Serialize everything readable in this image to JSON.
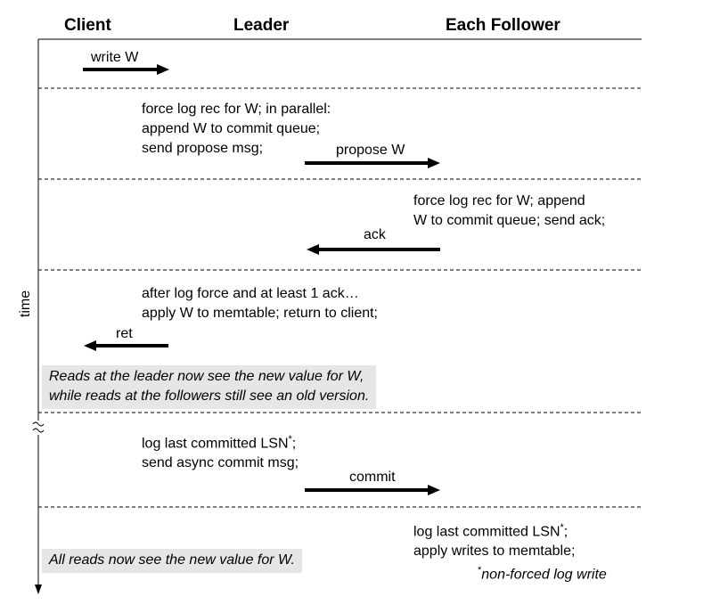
{
  "headers": {
    "client": "Client",
    "leader": "Leader",
    "follower": "Each Follower"
  },
  "axis": {
    "time_label": "time"
  },
  "steps": {
    "write_label": "write W",
    "leader_force": [
      "force log rec for W; in parallel:",
      "append W to commit queue;",
      "send propose msg;"
    ],
    "propose_label": "propose W",
    "follower_force": [
      "force log rec for W; append",
      "W to commit queue; send ack;"
    ],
    "ack_label": "ack",
    "leader_apply": [
      "after log force and at least 1 ack…",
      "apply W to memtable; return to client;"
    ],
    "ret_label": "ret",
    "leader_note": [
      "Reads at the leader now see the new value for W,",
      "while reads at the followers still see an old version."
    ],
    "leader_commit": [
      "log last committed LSN",
      "send async commit msg;"
    ],
    "commit_label": "commit",
    "follower_commit": [
      "log last committed LSN",
      "apply writes to memtable;"
    ],
    "final_note": "All reads now see the new value for W.",
    "footnote_mark": "*",
    "footnote": "non-forced log write",
    "leader_commit_tail": ";",
    "follower_commit_tail": ";"
  }
}
